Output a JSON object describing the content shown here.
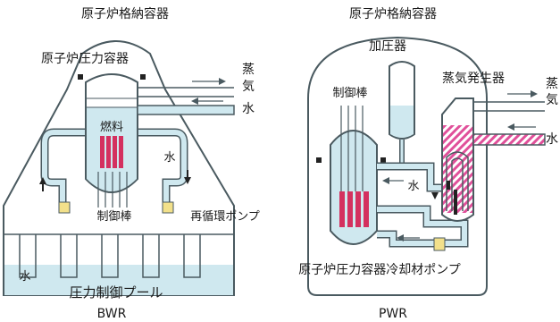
{
  "bwr": {
    "title": "原子炉格納容器",
    "vessel": "原子炉圧力容器",
    "fuel": "燃料",
    "steam": [
      "蒸",
      "気"
    ],
    "water_out": "水",
    "water_in": "水",
    "control_rods": "制御棒",
    "recirc_pump": "再循環ポンプ",
    "pool_water": "水",
    "pool": "圧力制御プール",
    "type": "BWR"
  },
  "pwr": {
    "title": "原子炉格納容器",
    "pressurizer": "加圧器",
    "steam_generator": "蒸気発生器",
    "steam": [
      "蒸",
      "気"
    ],
    "water_out": "水",
    "control_rods": "制御棒",
    "water_loop": "水",
    "coolant_pump": "原子炉圧力容器冷却材ポンプ",
    "type": "PWR"
  },
  "colors": {
    "water": "#cfe8ef",
    "outline": "#4a5a60",
    "fuel": "#d4305f",
    "hatch": "#e0509a",
    "pump": "#f2e08a"
  }
}
